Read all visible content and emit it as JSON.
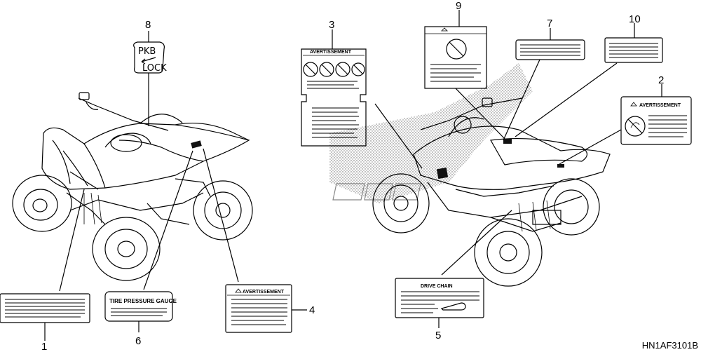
{
  "callouts": {
    "n1": "1",
    "n2": "2",
    "n3": "3",
    "n4": "4",
    "n5": "5",
    "n6": "6",
    "n7": "7",
    "n8": "8",
    "n9": "9",
    "n10": "10"
  },
  "labels": {
    "avert_3": "AVERTISSEMENT",
    "avert_2": "AVERTISSEMENT",
    "avert_4": "AVERTISSEMENT",
    "tire": "TIRE PRESSURE GAUGE",
    "drive": "DRIVE CHAIN",
    "pkb": "PKB",
    "lock": "LOCK"
  },
  "diagram_code": "HN1AF3101B"
}
